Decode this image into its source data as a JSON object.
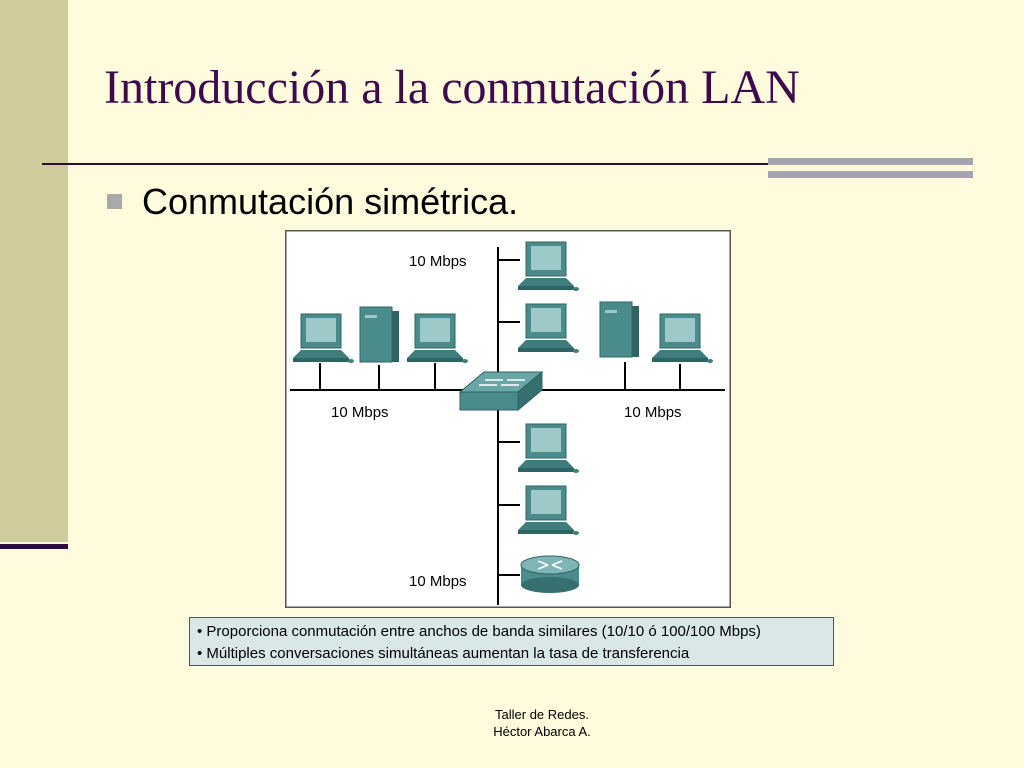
{
  "slide": {
    "title": "Introducción a la conmutación LAN",
    "bullet": "Conmutación simétrica."
  },
  "diagram": {
    "label_top": "10 Mbps",
    "label_left": "10 Mbps",
    "label_right": "10 Mbps",
    "label_bottom": "10 Mbps"
  },
  "notes": [
    "• Proporciona conmutación entre anchos de banda similares (10/10 ó 100/100 Mbps)",
    "• Múltiples conversaciones simultáneas aumentan la tasa de transferencia"
  ],
  "footer": {
    "line1": "Taller de Redes.",
    "line2": "Héctor Abarca A."
  },
  "colors": {
    "background": "#fffbdc",
    "title": "#3d0a4e",
    "side_band": "#cfcb9a",
    "device_teal": "#4a8c8c"
  }
}
